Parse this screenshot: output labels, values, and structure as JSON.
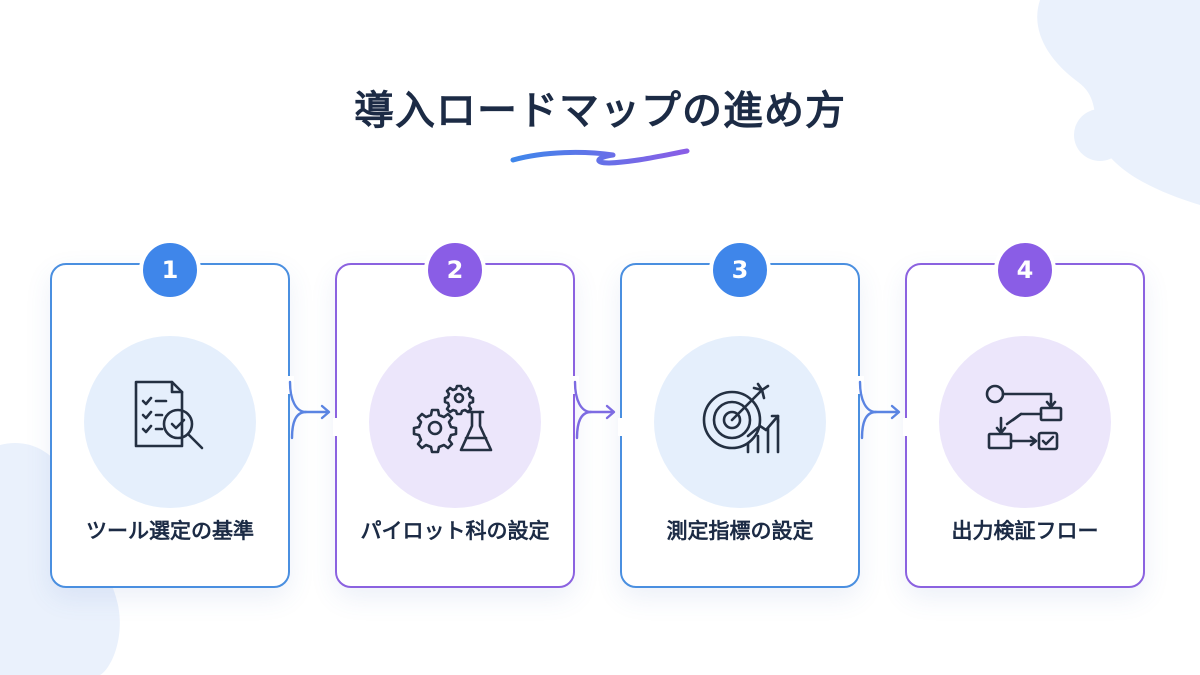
{
  "title": "導入ロードマップの進め方",
  "colors": {
    "blue": "#4a8fe0",
    "purple": "#8b62e0",
    "text": "#1c2b45",
    "blue_tint": "#e5effc",
    "purple_tint": "#ece6fb"
  },
  "steps": [
    {
      "number": "1",
      "label": "ツール選定の基準",
      "icon": "checklist-magnifier-icon",
      "accent": "blue"
    },
    {
      "number": "2",
      "label": "パイロット科の設定",
      "icon": "gears-flask-icon",
      "accent": "purple"
    },
    {
      "number": "3",
      "label": "測定指標の設定",
      "icon": "target-growth-chart-icon",
      "accent": "blue"
    },
    {
      "number": "4",
      "label": "出力検証フロー",
      "icon": "process-flow-icon",
      "accent": "purple"
    }
  ]
}
